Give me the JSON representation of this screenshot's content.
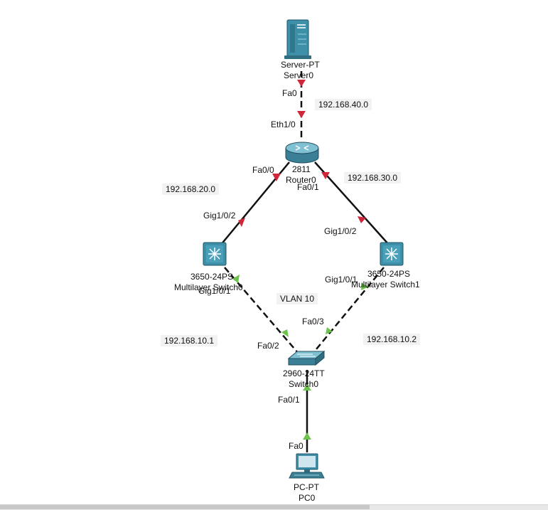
{
  "devices": {
    "server": {
      "model": "Server-PT",
      "name": "Server0"
    },
    "router": {
      "model": "2811",
      "name": "Router0"
    },
    "mls0": {
      "model": "3650-24PS",
      "name": "Multilayer Switch0"
    },
    "mls1": {
      "model": "3650-24PS",
      "name": "Multilayer Switch1"
    },
    "switch": {
      "model": "2960-24TT",
      "name": "Switch0"
    },
    "pc": {
      "model": "PC-PT",
      "name": "PC0"
    }
  },
  "ports": {
    "server_fa0": "Fa0",
    "router_eth10": "Eth1/0",
    "router_fa00": "Fa0/0",
    "router_fa01": "Fa0/1",
    "mls0_gig102": "Gig1/0/2",
    "mls0_gig101": "Gig1/0/1",
    "mls1_gig102": "Gig1/0/2",
    "mls1_gig101": "Gig1/0/1",
    "switch_fa02": "Fa0/2",
    "switch_fa03": "Fa0/3",
    "switch_fa01": "Fa0/1",
    "pc_fa0": "Fa0"
  },
  "notes": {
    "net40": "192.168.40.0",
    "net30": "192.168.30.0",
    "net20": "192.168.20.0",
    "vlan": "VLAN 10",
    "ip101": "192.168.10.1",
    "ip102": "192.168.10.2"
  },
  "colors": {
    "link_down": "#d0263a",
    "link_up": "#6cc24a",
    "cable": "#111111",
    "device_teal": "#3e8fa8"
  }
}
